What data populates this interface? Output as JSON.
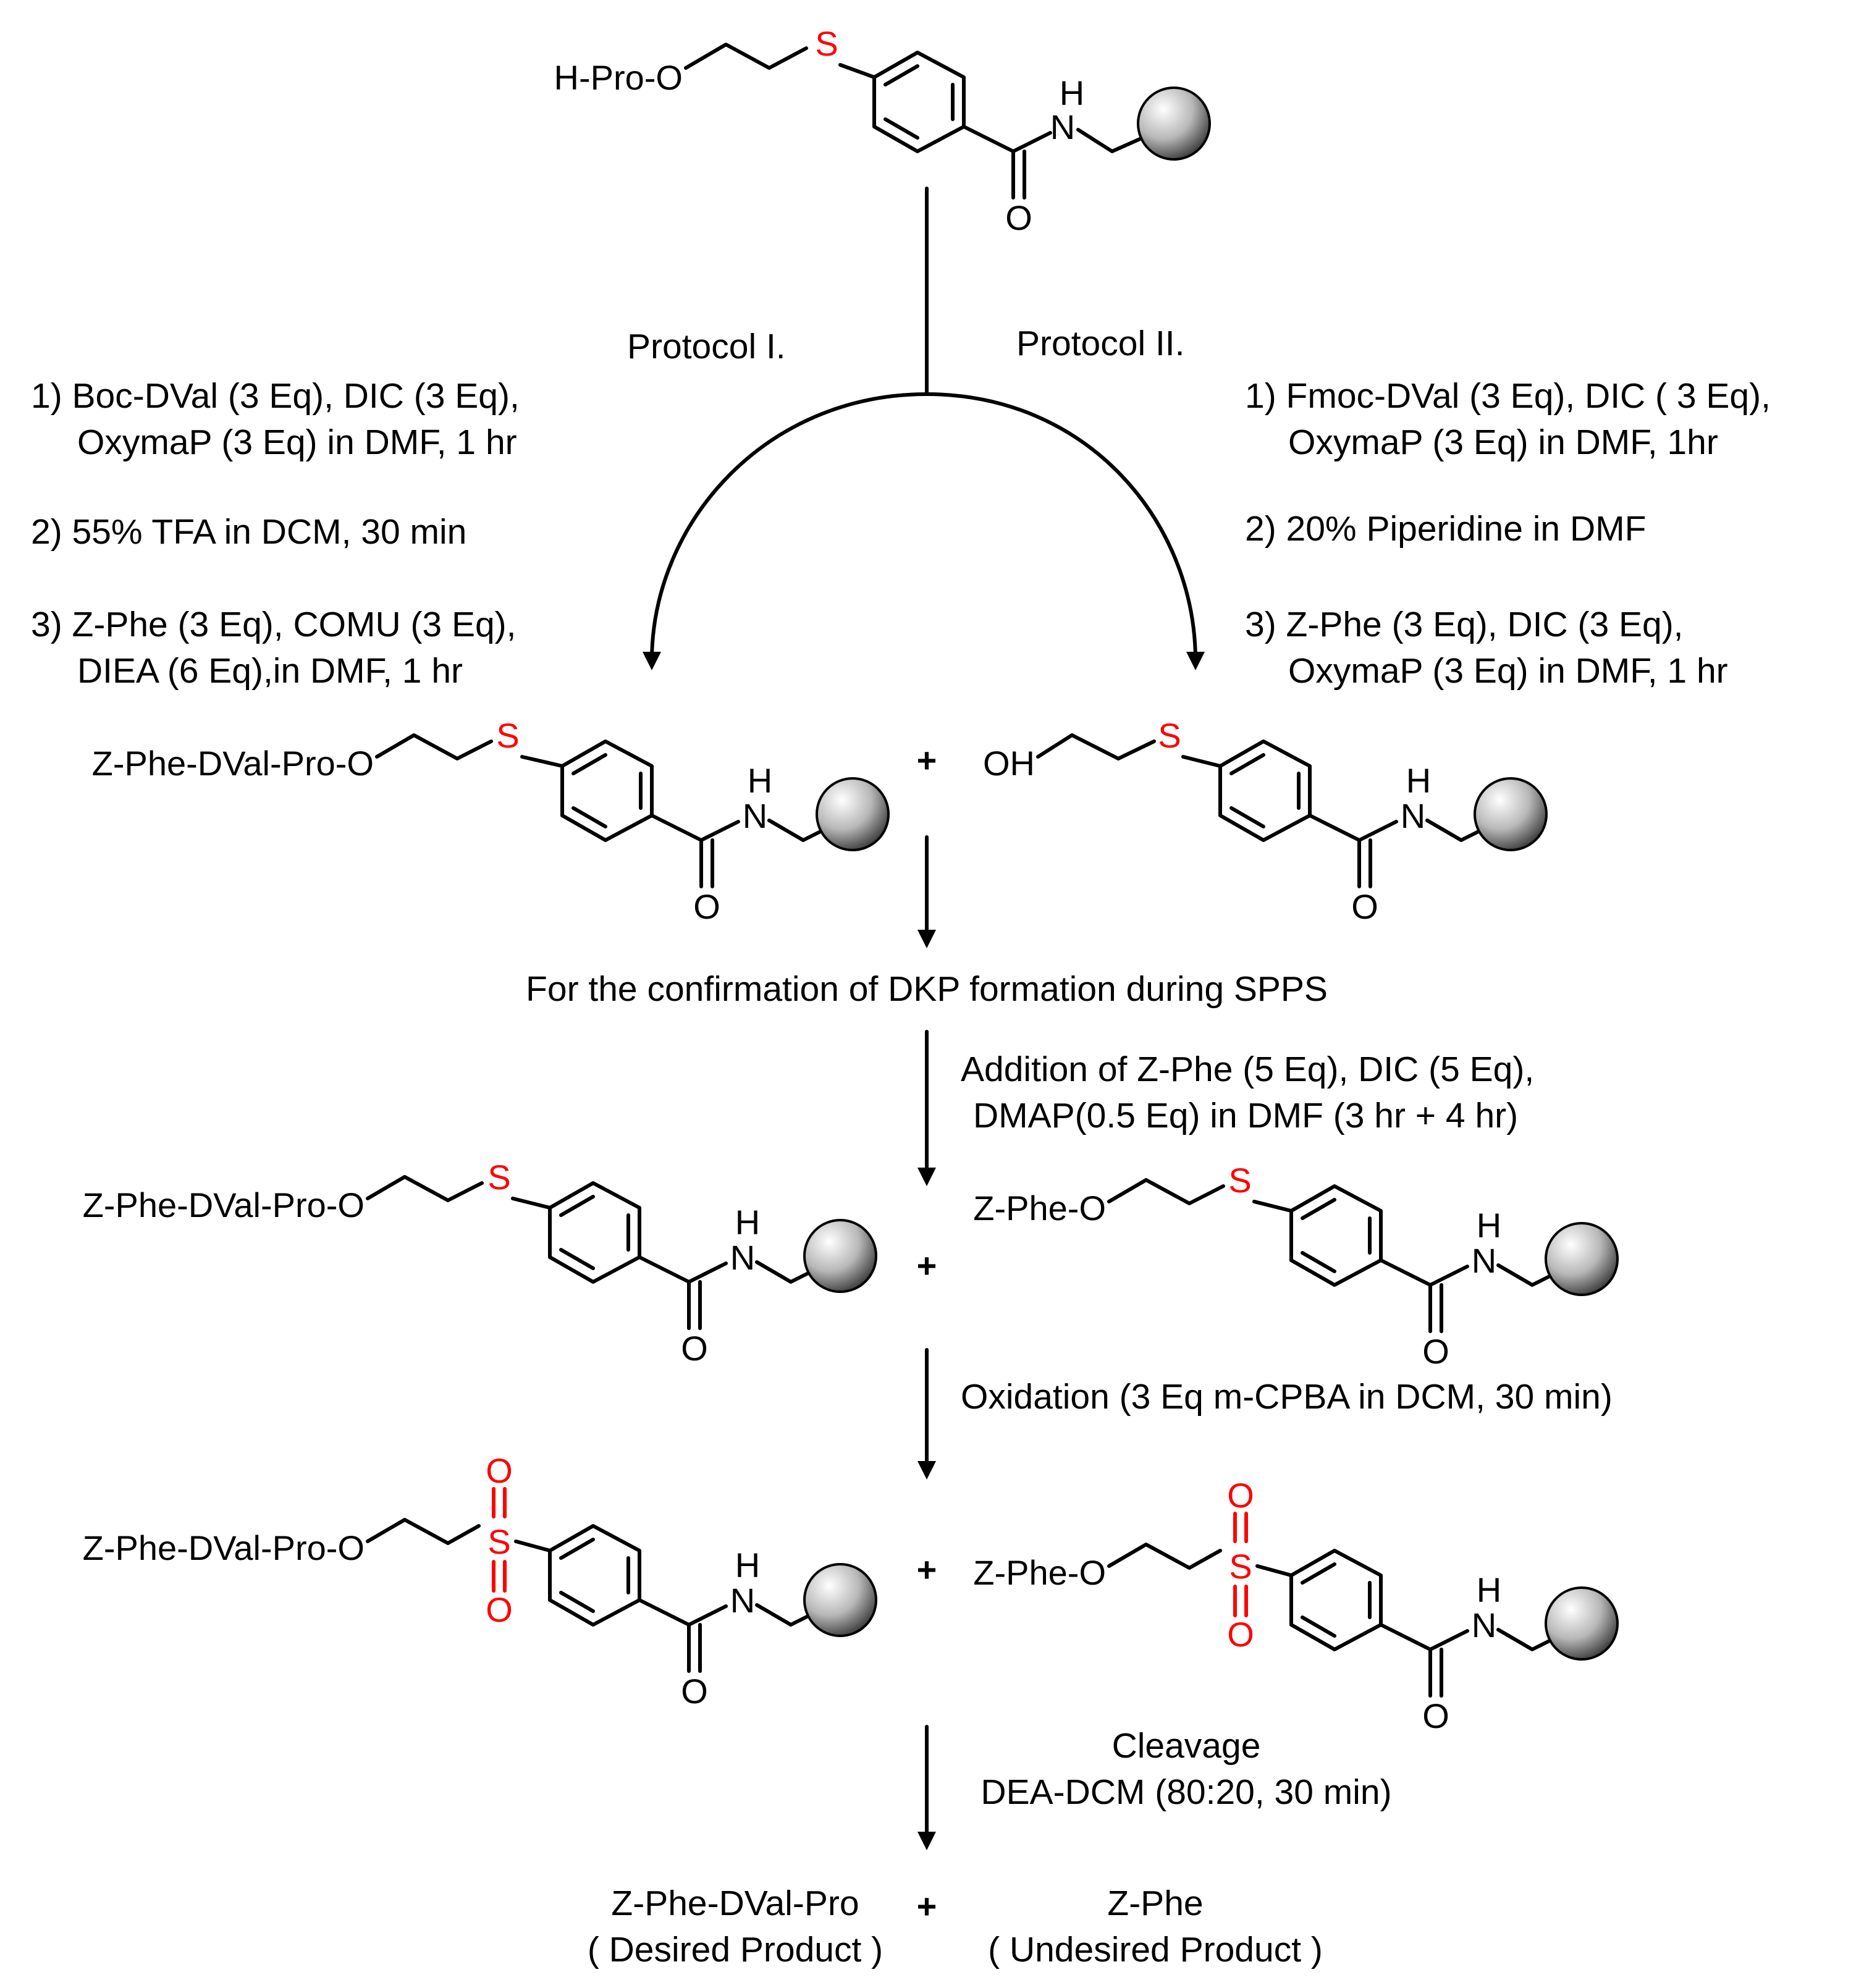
{
  "colors": {
    "bond": "#000000",
    "heteroatom_highlight": "#ff0000",
    "resin_bead": "#9a9a9a",
    "background": "#ffffff"
  },
  "atoms": {
    "S": "S",
    "O": "O",
    "N": "N",
    "H": "H"
  },
  "start": {
    "label": "H-Pro-O"
  },
  "protocol1": {
    "title": "Protocol  I.",
    "lines": [
      "1) Boc-DVal (3 Eq), DIC (3 Eq),",
      "OxymaP (3 Eq) in DMF,  1 hr",
      "2) 55% TFA in DCM, 30 min",
      "3) Z-Phe (3 Eq), COMU (3 Eq),",
      "DIEA (6 Eq),in DMF,  1 hr"
    ]
  },
  "protocol2": {
    "title": "Protocol  II.",
    "lines": [
      "1) Fmoc-DVal (3 Eq), DIC ( 3 Eq),",
      "OxymaP (3 Eq) in DMF,  1hr",
      "2) 20% Piperidine in DMF",
      "3) Z-Phe (3 Eq), DIC (3 Eq),",
      "OxymaP (3 Eq) in DMF,  1 hr"
    ]
  },
  "row1": {
    "left_label": "Z-Phe-DVal-Pro-O",
    "plus": "+",
    "right_label": "OH"
  },
  "confirmation": "For the confirmation of DKP formation during SPPS",
  "step_addition": [
    "Addition of Z-Phe (5 Eq), DIC (5 Eq),",
    "DMAP(0.5 Eq) in DMF (3 hr + 4 hr)"
  ],
  "row2": {
    "left_label": "Z-Phe-DVal-Pro-O",
    "plus": "+",
    "right_label": "Z-Phe-O"
  },
  "step_oxidation": "Oxidation (3 Eq m-CPBA in DCM, 30 min)",
  "row3": {
    "left_label": "Z-Phe-DVal-Pro-O",
    "plus": "+",
    "right_label": "Z-Phe-O"
  },
  "step_cleavage": [
    "Cleavage",
    "DEA-DCM (80:20, 30 min)"
  ],
  "products": {
    "desired_name": "Z-Phe-DVal-Pro",
    "desired_note": "( Desired Product )",
    "plus": "+",
    "undesired_name": "Z-Phe",
    "undesired_note": "( Undesired Product )"
  }
}
